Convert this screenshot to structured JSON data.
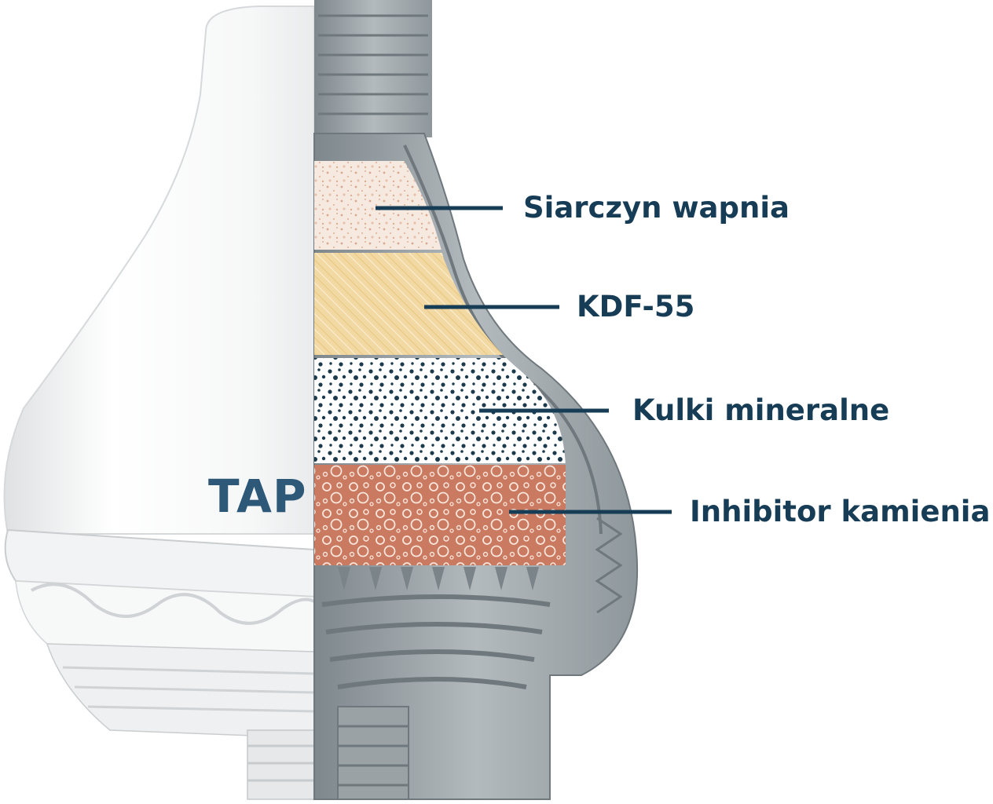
{
  "product": {
    "brand": "TAP"
  },
  "layers": [
    {
      "label": "Siarczyn wapnia",
      "color": "#f3e2d6"
    },
    {
      "label": "KDF-55",
      "color": "#f2d9a3"
    },
    {
      "label": "Kulki mineralne",
      "color": "#ffffff"
    },
    {
      "label": "Inhibitor kamienia",
      "color": "#c97a60"
    }
  ],
  "colors": {
    "label_text": "#163c56",
    "leader_line": "#163c56",
    "housing_gray": "#a9b0b4",
    "shell_white": "#ffffff",
    "mineral_dots": "#1c3a4c"
  }
}
